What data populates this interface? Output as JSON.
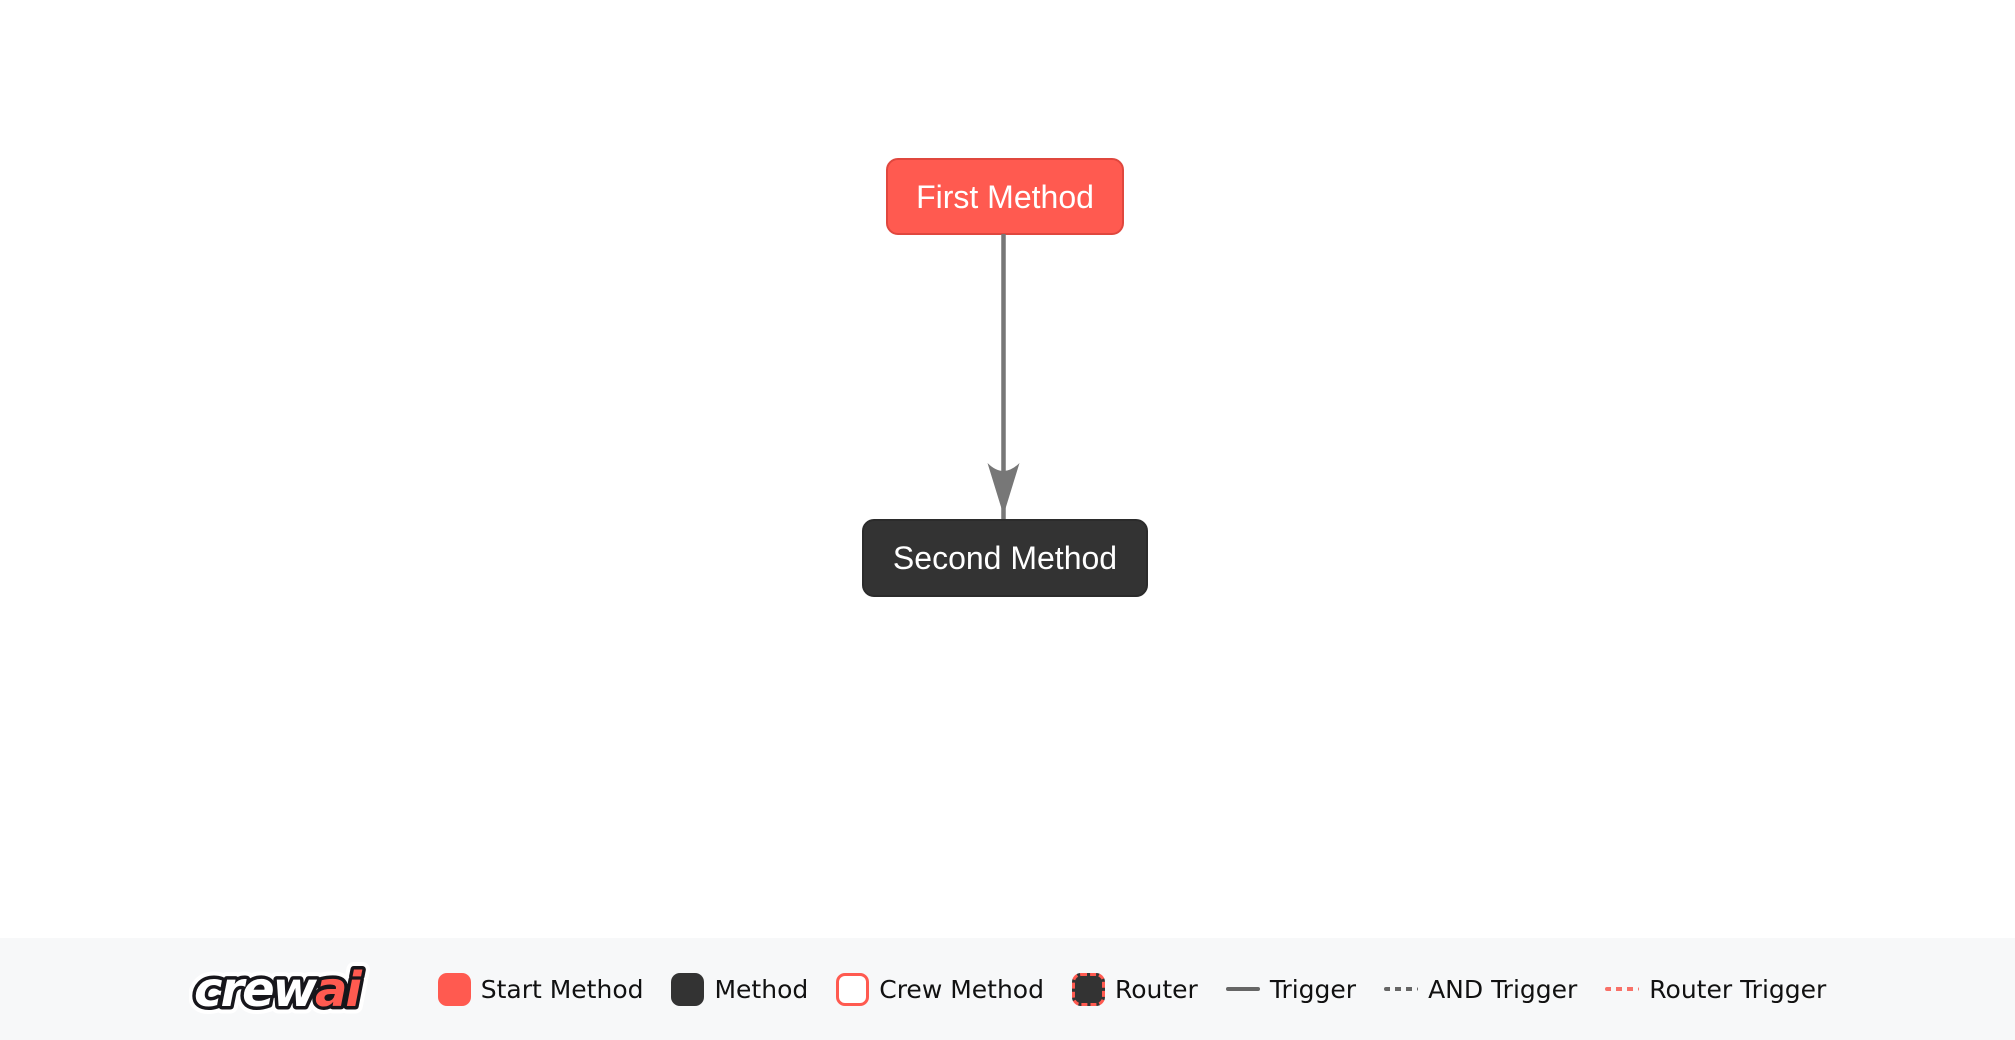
{
  "flow": {
    "nodes": [
      {
        "label": "First Method",
        "type": "start-method"
      },
      {
        "label": "Second Method",
        "type": "method"
      }
    ],
    "edges": [
      {
        "from": "First Method",
        "to": "Second Method",
        "type": "trigger"
      }
    ]
  },
  "legend": {
    "logo": {
      "crew": "crew",
      "ai": "ai"
    },
    "items": [
      {
        "label": "Start Method",
        "swatch": "start-method-swatch"
      },
      {
        "label": "Method",
        "swatch": "method-swatch"
      },
      {
        "label": "Crew Method",
        "swatch": "crew-method-swatch"
      },
      {
        "label": "Router",
        "swatch": "router-swatch"
      },
      {
        "label": "Trigger",
        "swatch": "trigger-line-swatch"
      },
      {
        "label": "AND Trigger",
        "swatch": "and-trigger-line-swatch"
      },
      {
        "label": "Router Trigger",
        "swatch": "router-trigger-line-swatch"
      }
    ]
  },
  "colors": {
    "start_bg": "#FF5A50",
    "start_border": "#E0473E",
    "method_bg": "#333333",
    "method_border": "#2B2B2B",
    "node_text": "#FFFFFF",
    "edge": "#777777",
    "trigger_line": "#666666",
    "router_trigger_line": "#F87168",
    "legend_bg": "#F7F8F9",
    "legend_text": "#111111",
    "logo_outline": "#17161B",
    "logo_ai": "#FF5A50"
  }
}
